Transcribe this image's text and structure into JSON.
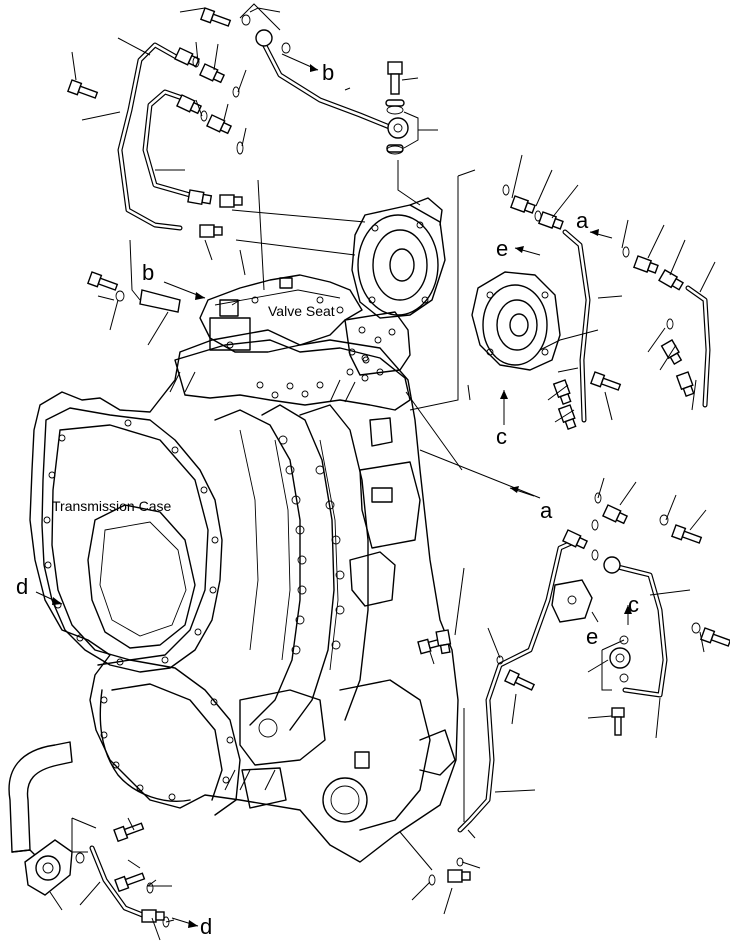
{
  "labels": {
    "transmission_case": "Transmission Case",
    "valve_seat": "Valve Seat"
  },
  "callouts": {
    "a_top": "a",
    "a_mid": "a",
    "b_top": "b",
    "b_left": "b",
    "c_left": "c",
    "c_right": "c",
    "d_left": "d",
    "d_bottom": "d",
    "e_top": "e",
    "e_right": "e"
  }
}
